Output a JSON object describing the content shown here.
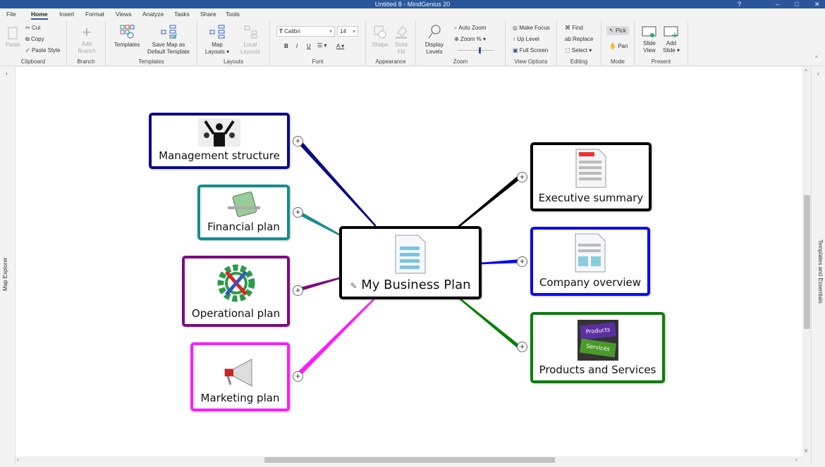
{
  "window": {
    "title": "Untitled 8 - MindGenius 20"
  },
  "menu_tabs": [
    "File",
    "Home",
    "Insert",
    "Format",
    "Views",
    "Analyze",
    "Tasks",
    "Share",
    "Tools"
  ],
  "ribbon": {
    "clipboard": {
      "label": "Clipboard",
      "paste": "Paste",
      "cut": "Cut",
      "copy": "Copy",
      "paste_style": "Paste Style"
    },
    "branch": {
      "label": "Branch",
      "add_branch": "Add Branch"
    },
    "templates": {
      "label": "Templates",
      "templates": "Templates",
      "save_default": "Save Map as Default Template"
    },
    "layouts": {
      "label": "Layouts",
      "map_layouts": "Map Layouts",
      "local_layouts": "Local Layouts"
    },
    "font": {
      "label": "Font",
      "family": "Calibri",
      "size": "14",
      "bold": "B",
      "italic": "I",
      "underline": "U",
      "color": "A"
    },
    "appearance": {
      "label": "Appearance",
      "shape": "Shape",
      "solid_fill": "Solid Fill"
    },
    "zoom": {
      "label": "Zoom",
      "display_levels": "Display Levels",
      "auto_zoom": "Auto Zoom",
      "zoom_pct": "Zoom %",
      "slider_value": 0.6
    },
    "view_options": {
      "label": "View Options",
      "make_focus": "Make Focus",
      "up_level": "Up Level",
      "full_screen": "Full Screen"
    },
    "editing": {
      "label": "Editing",
      "find": "Find",
      "replace": "Replace",
      "select": "Select"
    },
    "mode": {
      "label": "Mode",
      "pick": "Pick",
      "pan": "Pan"
    },
    "present": {
      "label": "Present",
      "slide_view": "Slide View",
      "add_slide": "Add Slide"
    }
  },
  "panes": {
    "left": "Map Explorer",
    "right": "Templates and Essentials"
  },
  "map": {
    "central": {
      "label": "My Business Plan",
      "color": "#000000"
    },
    "branches": [
      {
        "label": "Management structure",
        "color": "#0b0b85"
      },
      {
        "label": "Financial plan",
        "color": "#178c8c"
      },
      {
        "label": "Operational plan",
        "color": "#7d0b7d"
      },
      {
        "label": "Marketing plan",
        "color": "#ff1aff"
      },
      {
        "label": "Executive summary",
        "color": "#000000"
      },
      {
        "label": "Company overview",
        "color": "#0a0af0"
      },
      {
        "label": "Products and Services",
        "color": "#0a800a"
      }
    ],
    "products_image_text": [
      "Products",
      "Services"
    ]
  }
}
